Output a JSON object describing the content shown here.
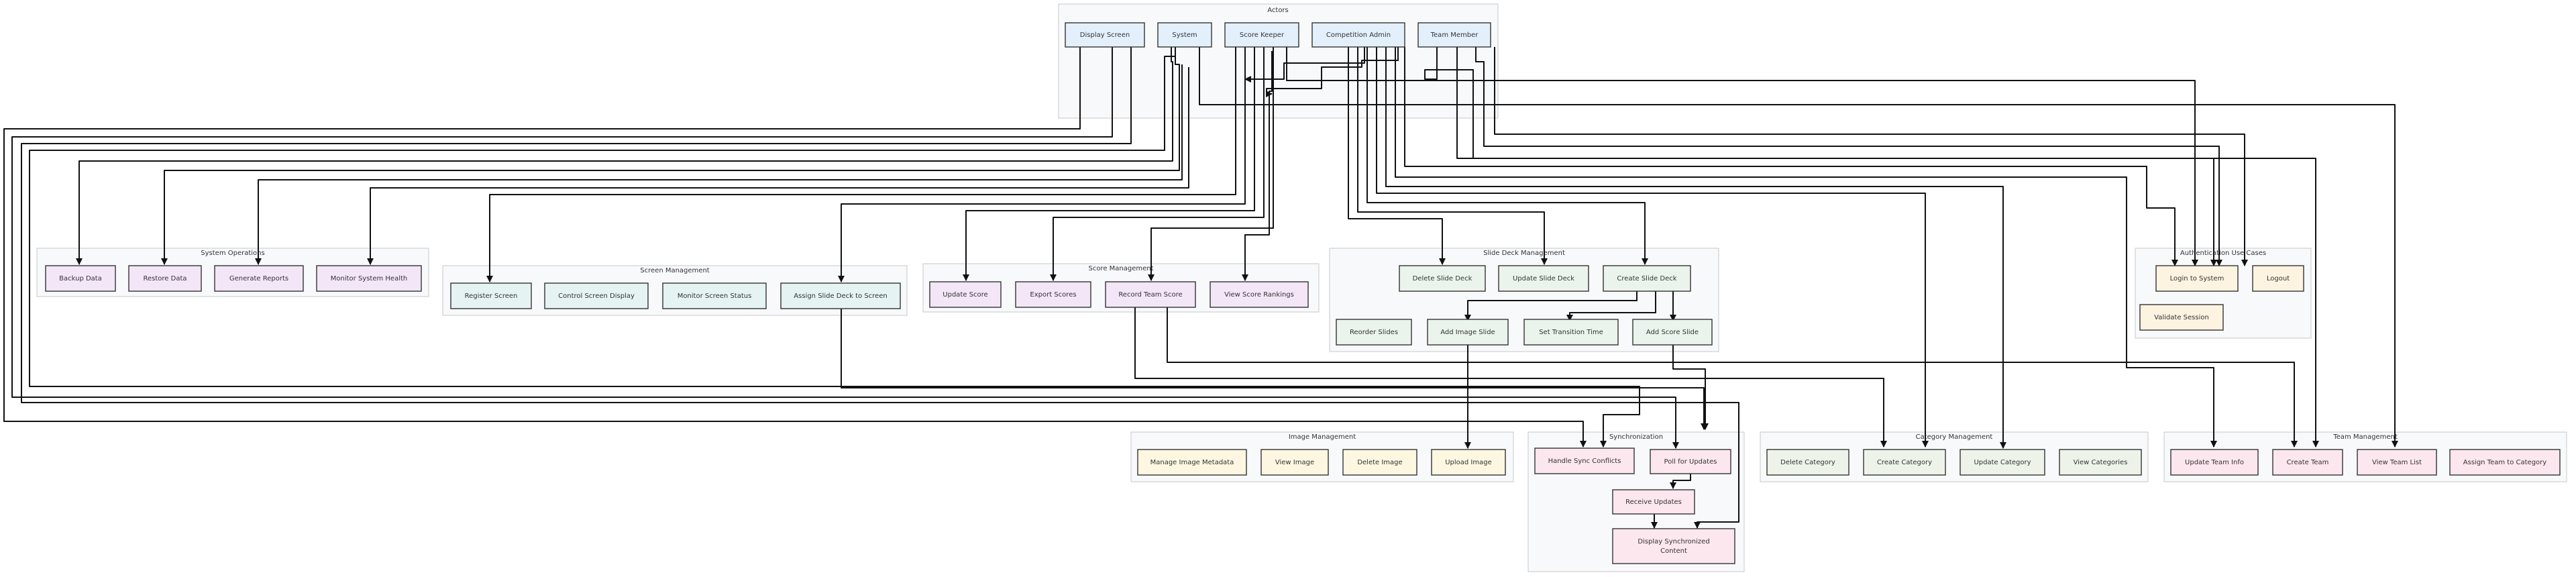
{
  "groups": {
    "actors": {
      "title": "Actors"
    },
    "system_ops": {
      "title": "System Operations"
    },
    "screen_mgmt": {
      "title": "Screen Management"
    },
    "score_mgmt": {
      "title": "Score Management"
    },
    "slide_mgmt": {
      "title": "Slide Deck Management"
    },
    "auth": {
      "title": "Authentication Use Cases"
    },
    "image_mgmt": {
      "title": "Image Management"
    },
    "sync": {
      "title": "Synchronization"
    },
    "category_mgmt": {
      "title": "Category Management"
    },
    "team_mgmt": {
      "title": "Team Management"
    }
  },
  "colors": {
    "actor": "#e3f0fb",
    "system_ops": "#f3e6f7",
    "screen": "#e5f3f2",
    "score": "#f3e6f7",
    "slide": "#ebf4ec",
    "auth": "#fdf3e1",
    "image": "#fdf7e1",
    "sync": "#fde7ef",
    "category": "#eef3ea",
    "team": "#fde7ef"
  },
  "actors": {
    "display_screen": "Display Screen",
    "system": "System",
    "score_keeper": "Score Keeper",
    "competition_admin": "Competition Admin",
    "team_member": "Team Member"
  },
  "system_ops": {
    "backup": "Backup Data",
    "restore": "Restore Data",
    "reports": "Generate Reports",
    "health": "Monitor System Health"
  },
  "screen_mgmt": {
    "register": "Register Screen",
    "control": "Control Screen Display",
    "monitor": "Monitor Screen Status",
    "assign_deck": "Assign Slide Deck to Screen"
  },
  "score_mgmt": {
    "update": "Update Score",
    "export": "Export Scores",
    "record": "Record Team Score",
    "rankings": "View Score Rankings"
  },
  "slide_mgmt": {
    "delete_deck": "Delete Slide Deck",
    "update_deck": "Update Slide Deck",
    "create_deck": "Create Slide Deck",
    "reorder": "Reorder Slides",
    "add_image": "Add Image Slide",
    "transition": "Set Transition Time",
    "add_score": "Add Score Slide"
  },
  "auth": {
    "login": "Login to System",
    "logout": "Logout",
    "validate": "Validate Session"
  },
  "image_mgmt": {
    "metadata": "Manage Image Metadata",
    "view": "View Image",
    "delete": "Delete Image",
    "upload": "Upload Image"
  },
  "sync": {
    "conflicts": "Handle Sync Conflicts",
    "poll": "Poll for Updates",
    "receive": "Receive Updates",
    "display_line1": "Display Synchronized",
    "display_line2": "Content"
  },
  "category_mgmt": {
    "delete": "Delete Category",
    "create": "Create Category",
    "update": "Update Category",
    "view": "View Categories"
  },
  "team_mgmt": {
    "update_info": "Update Team Info",
    "create": "Create Team",
    "view_list": "View Team List",
    "assign": "Assign Team to Category"
  }
}
